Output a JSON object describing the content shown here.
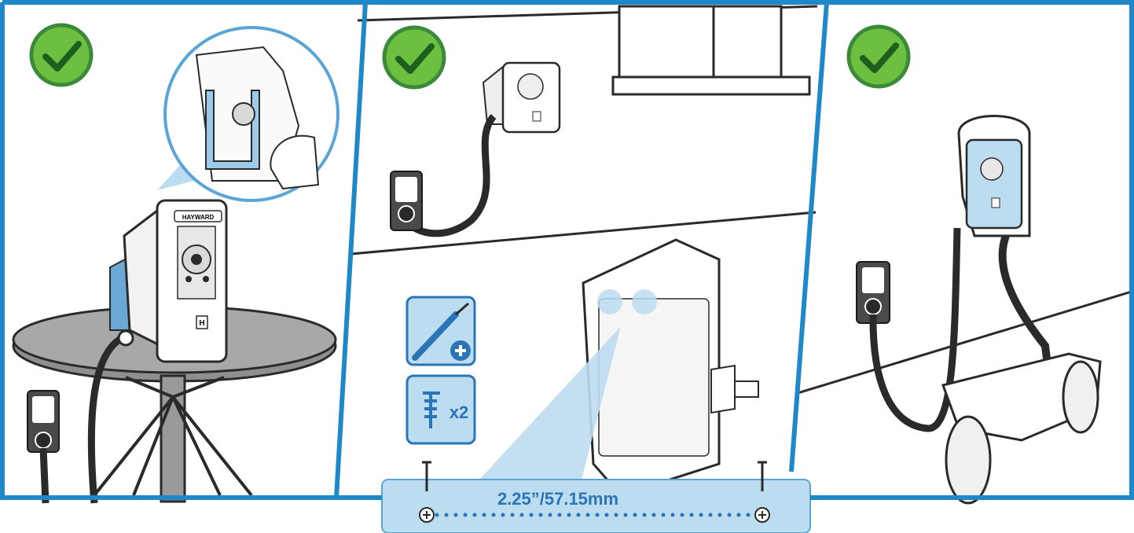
{
  "colors": {
    "frame_blue": "#1e88c8",
    "check_green": "#3a8a3a",
    "check_fill": "#6cbf3f",
    "light_blue": "#bcdcef",
    "light_blue_stroke": "#5aa5d6",
    "icon_blue": "#2b74b8",
    "dark_gray": "#3a3a3a",
    "outlet_gray": "#4a4a4a"
  },
  "panels": [
    {
      "id": "table",
      "status": "approved",
      "icon": "check-circle-icon"
    },
    {
      "id": "wall",
      "status": "approved",
      "icon": "check-circle-icon"
    },
    {
      "id": "caddy",
      "status": "approved",
      "icon": "check-circle-icon"
    }
  ],
  "device": {
    "brand_text": "HAYWARD",
    "logo_letter": "H"
  },
  "tools": [
    {
      "icon": "screwdriver-icon",
      "badge": "plus-icon"
    },
    {
      "icon": "screw-icon",
      "quantity_label": "x2"
    }
  ],
  "measurement": {
    "label": "2.25”/57.15mm"
  }
}
